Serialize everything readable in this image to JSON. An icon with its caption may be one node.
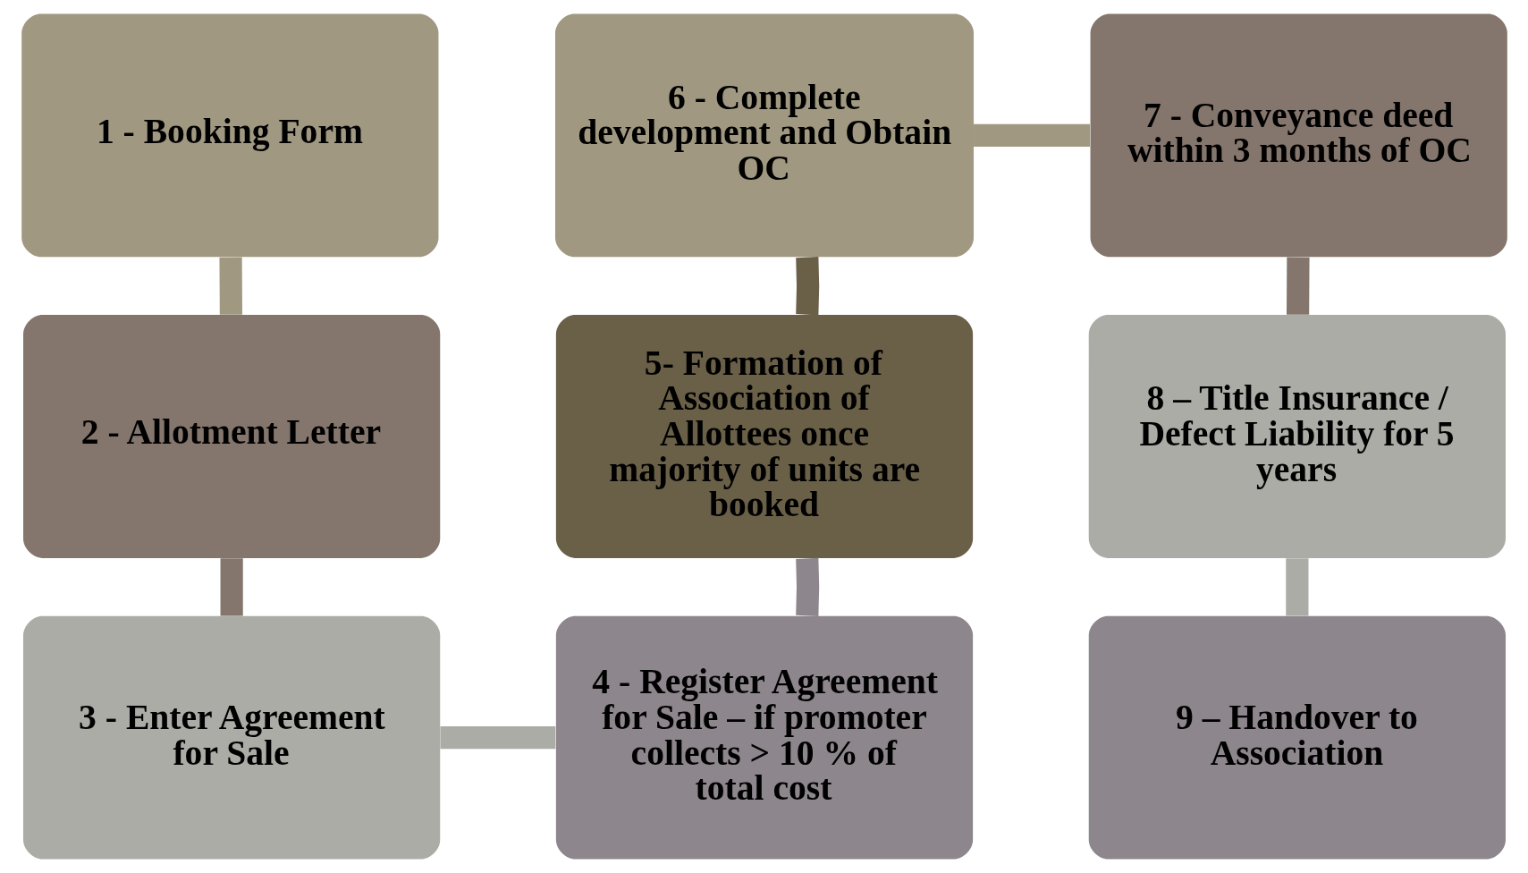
{
  "diagram": {
    "nodes": [
      {
        "text": [
          "1 - Booking Form"
        ]
      },
      {
        "text": [
          "2 - Allotment Letter"
        ]
      },
      {
        "text": [
          "3 - Enter Agreement for Sale"
        ]
      },
      {
        "text": [
          "4 - Register Agreement for Sale – if promoter collects > 10 % of total cost"
        ]
      },
      {
        "text": [
          "5- Formation of Association of Allottees once majority of units are booked"
        ]
      },
      {
        "text": [
          "6 - Complete development and Obtain OC"
        ]
      },
      {
        "text": [
          "7 - Conveyance deed within 3 months of OC"
        ]
      },
      {
        "text": [
          "8 – Title Insurance / Defect Liability for 5 years"
        ]
      },
      {
        "text": [
          "9 – Handover to Association"
        ]
      }
    ],
    "edges": [
      {
        "from": 0,
        "to": 1,
        "arrow": "none",
        "color": "#a09880"
      },
      {
        "from": 1,
        "to": 2,
        "arrow": "none",
        "color": "#84766c"
      },
      {
        "from": 2,
        "to": 3,
        "arrow": "none",
        "color": "#abaca6"
      },
      {
        "from": 3,
        "to": 4,
        "arrow": "none",
        "color": "#8d868c"
      },
      {
        "from": 4,
        "to": 5,
        "arrow": "none",
        "color": "#6a6048"
      },
      {
        "from": 5,
        "to": 6,
        "arrow": "none",
        "color": "#a09880"
      },
      {
        "from": 6,
        "to": 7,
        "arrow": "none",
        "color": "#84766c"
      },
      {
        "from": 7,
        "to": 8,
        "arrow": "none",
        "color": "#abaca6"
      }
    ]
  }
}
